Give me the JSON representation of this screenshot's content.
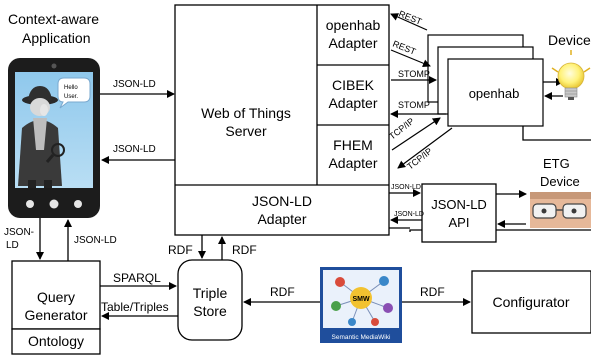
{
  "app": {
    "line1": "Context-aware",
    "line2": "Application"
  },
  "phone": {
    "bubble_line1": "Hello",
    "bubble_line2": "User."
  },
  "server": {
    "line1": "Web of Things",
    "line2": "Server"
  },
  "adapters": {
    "openhab": {
      "line1": "openhab",
      "line2": "Adapter"
    },
    "cibek": {
      "line1": "CIBEK",
      "line2": "Adapter"
    },
    "fhem": {
      "line1": "FHEM",
      "line2": "Adapter"
    },
    "jsonld": {
      "line1": "JSON-LD",
      "line2": "Adapter"
    }
  },
  "openhab_box": "openhab",
  "device": "Device",
  "etg": {
    "line1": "ETG",
    "line2": "Device"
  },
  "jsonld_api": {
    "line1": "JSON-LD",
    "line2": "API"
  },
  "query_gen": {
    "line1": "Query",
    "line2": "Generator"
  },
  "ontology": "Ontology",
  "triple_store": {
    "line1": "Triple",
    "line2": "Store"
  },
  "configurator": "Configurator",
  "smw": {
    "logo_text": "SMW",
    "caption": "Semantic MediaWiki"
  },
  "edges": {
    "json_ld_in": "JSON-LD",
    "json_ld_out": "JSON-LD",
    "rest_1": "REST",
    "rest_2": "REST",
    "stomp_1": "STOMP",
    "stomp_2": "STOMP",
    "tcpip_1": "TCP/IP",
    "tcpip_2": "TCP/IP",
    "api_in": "JSON-LD",
    "api_out": "JSON-LD",
    "rdf_left": "RDF",
    "rdf_right": "RDF",
    "phone_down_1": "JSON-",
    "phone_down_2": "LD",
    "phone_up": "JSON-LD",
    "sparql": "SPARQL",
    "table_triples": "Table/Triples",
    "rdf_smw": "RDF",
    "rdf_config": "RDF"
  }
}
